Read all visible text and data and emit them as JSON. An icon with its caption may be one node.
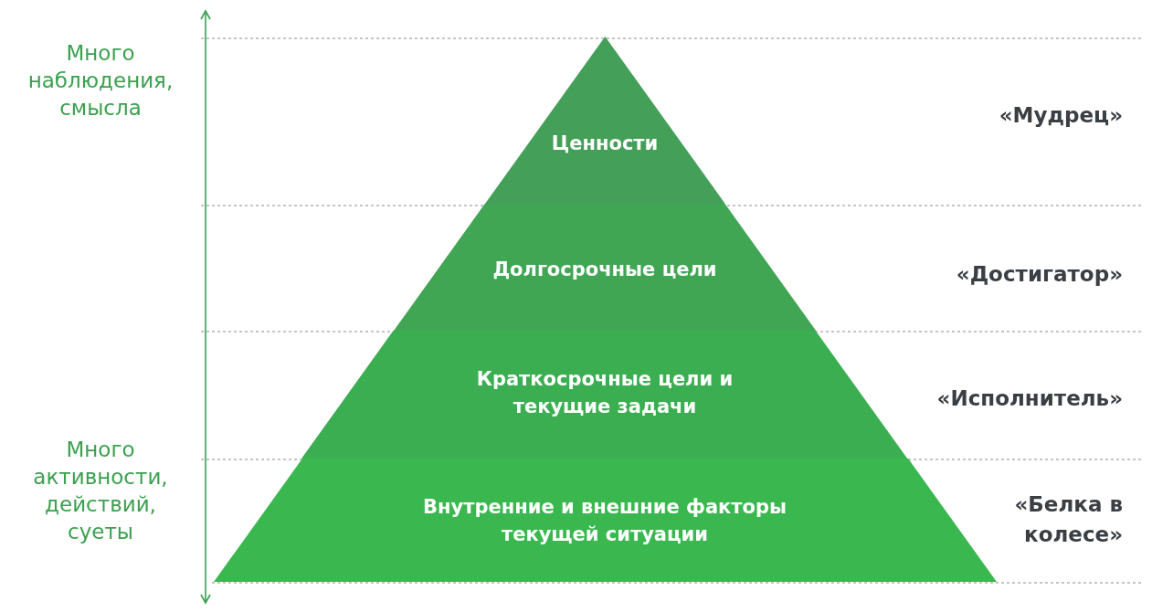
{
  "diagram": {
    "nodes": [
      {
        "text": [
          "Ценности"
        ]
      },
      {
        "text": [
          "Долгосрочные цели"
        ]
      },
      {
        "text": [
          "Краткосрочные цели и текущие задачи"
        ]
      },
      {
        "text": [
          "Внутренние и внешние факторы текущей ситуации"
        ]
      }
    ],
    "edges": [],
    "labels": [
      "Много наблюдения, смысла",
      "«Мудрец»",
      "«Достигатор»",
      "«Исполнитель»",
      "Много активности, действий, суеты",
      "«Белка в колесе»"
    ]
  }
}
